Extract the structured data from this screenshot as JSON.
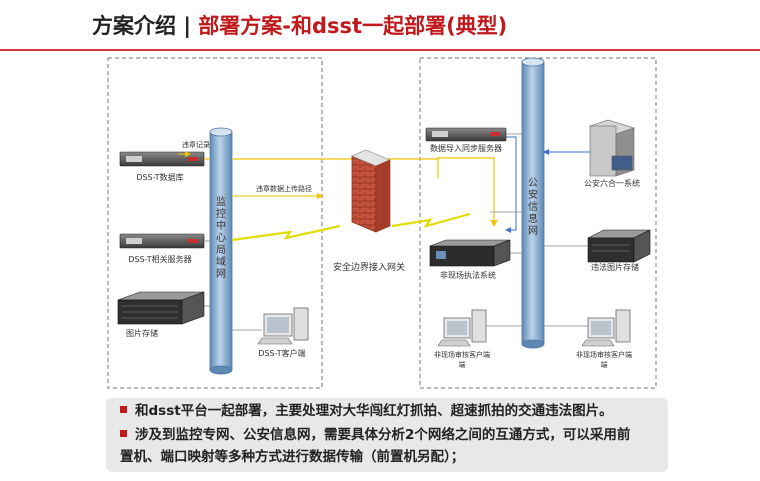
{
  "title": {
    "main": "方案介绍",
    "separator": "|",
    "sub": "部署方案-和dsst一起部署(典型)"
  },
  "diagram": {
    "left_zone": {
      "network_pipe_label": "监控中心局域网",
      "nodes": {
        "db": "DSS-T数据库",
        "related_server": "DSS-T相关服务器",
        "image_storage": "图片存储",
        "client": "DSS-T客户端"
      },
      "edges": {
        "violation_record": "违章记录",
        "violation_upload_path": "违章数据上传路径"
      }
    },
    "gateway": {
      "label": "安全边界接入网关"
    },
    "right_zone": {
      "network_pipe_label": "公安信息网",
      "nodes": {
        "import_sync_server": "数据导入同步服务器",
        "police_system": "公安六合一系统",
        "enforcement_system": "非现场执法系统",
        "violation_image_storage": "违法图片存储",
        "review_client_1": "非现场审核客户端",
        "review_client_2": "非现场审核客户端"
      }
    }
  },
  "notes": {
    "line1": "和dsst平台一起部署，主要处理对大华闯红灯抓拍、超速抓拍的交通违法图片。",
    "line2": "涉及到监控专网、公安信息网，需要具体分析2个网络之间的互通方式，可以采用前",
    "line3": "置机、端口映射等多种方式进行数据传输（前置机另配）；"
  },
  "colors": {
    "accent_red": "#c0191c",
    "pipe_blue": "#7fa8cf",
    "path_yellow": "#f2c400",
    "arrow_blue": "#3c6fd1",
    "brick": "#c4513a"
  },
  "icons": [
    "rack-server-icon",
    "storage-array-icon",
    "desktop-pc-icon",
    "tower-server-icon",
    "firewall-icon",
    "lightning-link-icon"
  ]
}
